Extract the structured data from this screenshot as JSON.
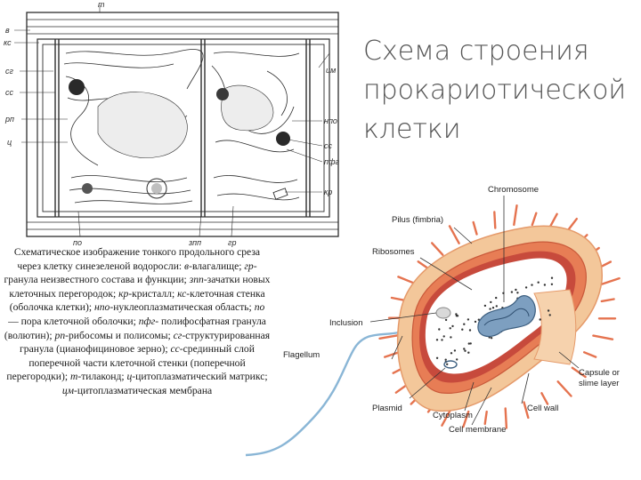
{
  "slide": {
    "title_lines": [
      "Схема строения",
      "прокариотической",
      "клетки"
    ]
  },
  "cyano_diagram": {
    "top_label": "т",
    "left_labels": [
      "в",
      "кс",
      "сг",
      "сс",
      "рп",
      "ц"
    ],
    "right_labels": [
      "цм",
      "нпо",
      "сс",
      "пфг",
      "кр"
    ],
    "bottom_labels": [
      "по",
      "зпп",
      "гр"
    ]
  },
  "caption": {
    "segments": [
      {
        "t": "Схематическое изображение тонкого продольного среза через клетку синезеленой водоросли: ",
        "i": false
      },
      {
        "t": "в",
        "i": true
      },
      {
        "t": "-влагалище; ",
        "i": false
      },
      {
        "t": "гр",
        "i": true
      },
      {
        "t": "-гранула неизвестного состава и функции; ",
        "i": false
      },
      {
        "t": "зпп",
        "i": true
      },
      {
        "t": "-зачатки новых клеточных перегородок; ",
        "i": false
      },
      {
        "t": "кр",
        "i": true
      },
      {
        "t": "-кристалл; ",
        "i": false
      },
      {
        "t": "кс",
        "i": true
      },
      {
        "t": "-клеточная стенка (оболочка клетки); ",
        "i": false
      },
      {
        "t": "нпо",
        "i": true
      },
      {
        "t": "-нуклеоплазматическая область; ",
        "i": false
      },
      {
        "t": "по",
        "i": true
      },
      {
        "t": " — пора клеточной оболочки; ",
        "i": false
      },
      {
        "t": "пфг",
        "i": true
      },
      {
        "t": "- полифосфатная гранула (волютин); ",
        "i": false
      },
      {
        "t": "рп",
        "i": true
      },
      {
        "t": "-рибосомы и полисомы; ",
        "i": false
      },
      {
        "t": "сг",
        "i": true
      },
      {
        "t": "-структурированная гранула (цианофициновое зерно); ",
        "i": false
      },
      {
        "t": "сс",
        "i": true
      },
      {
        "t": "-срединный слой поперечной части клеточной стенки (поперечной перегородки); ",
        "i": false
      },
      {
        "t": "т",
        "i": true
      },
      {
        "t": "-тилаконд; ",
        "i": false
      },
      {
        "t": "ц",
        "i": true
      },
      {
        "t": "-цитоплазматический матрикс; ",
        "i": false
      },
      {
        "t": "цм",
        "i": true
      },
      {
        "t": "-цитоплазматическая мембрана",
        "i": false
      }
    ]
  },
  "bacteria_labels": {
    "chromosome": "Chromosome",
    "pilus": "Pilus (fimbria)",
    "ribosomes": "Ribosomes",
    "inclusion": "Inclusion",
    "flagellum": "Flagellum",
    "plasmid": "Plasmid",
    "cytoplasm": "Cytoplasm",
    "cell_membrane": "Cell membrane",
    "cell_wall": "Cell wall",
    "capsule_1": "Capsule or",
    "capsule_2": "slime layer"
  },
  "colors": {
    "title": "#555555",
    "capsule": "#f3c79a",
    "cell_wall": "#e77d55",
    "membrane": "#c74a3c",
    "cytoplasm": "#ffffff",
    "pili": "#e5734f",
    "flagellum": "#8ab6d6",
    "cyano_line": "#2d2d2d"
  }
}
